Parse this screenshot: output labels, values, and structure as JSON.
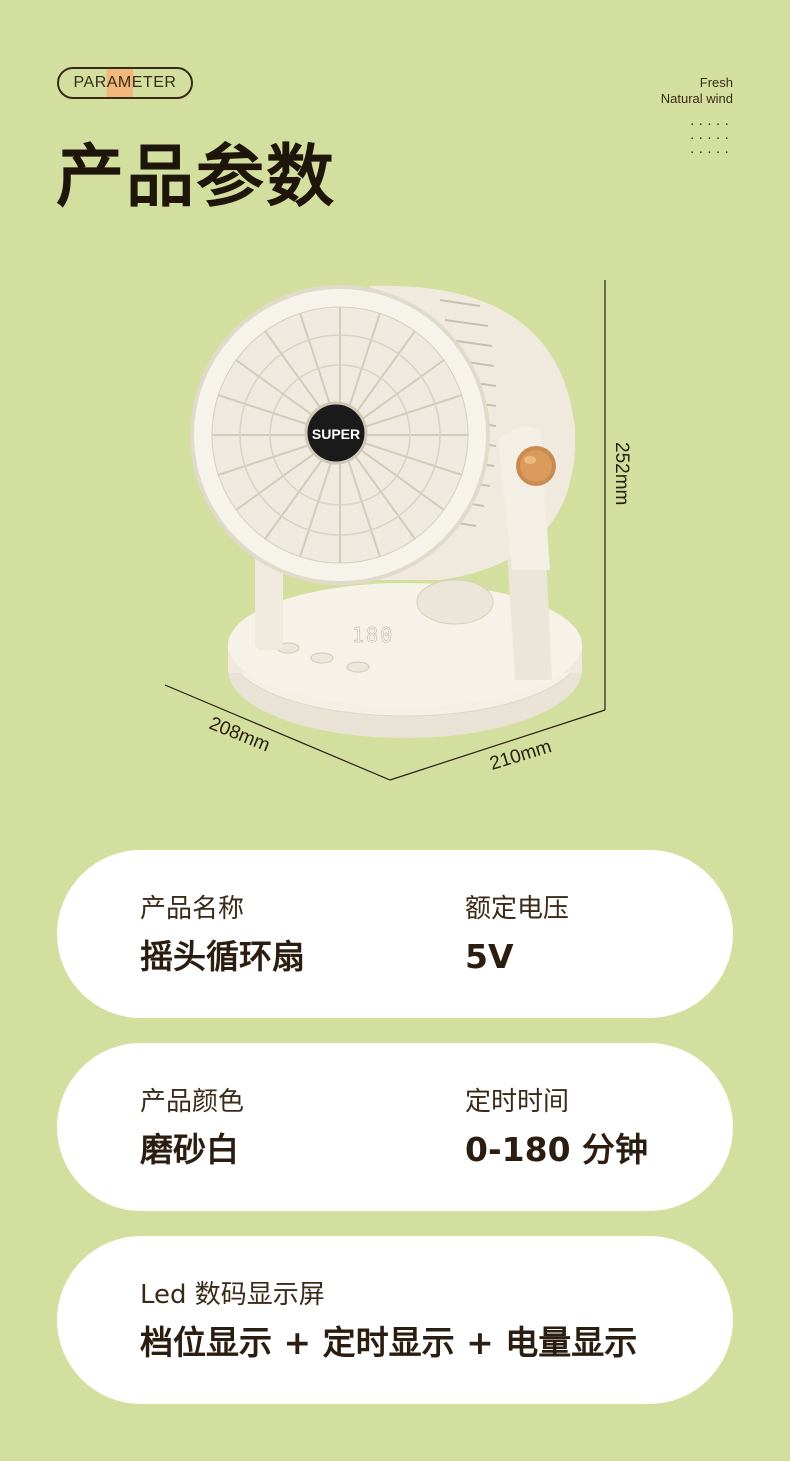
{
  "header": {
    "tag": "PARAMETER",
    "brand_line1": "Fresh",
    "brand_line2": "Natural wind",
    "title": "产品参数"
  },
  "product": {
    "logo": "SUPER",
    "display": "180",
    "dim_width": "208mm",
    "dim_depth": "210mm",
    "dim_height": "252mm",
    "colors": {
      "body": "#f3efe3",
      "knob": "#c98a4f",
      "logo_bg": "#1a1a1a"
    }
  },
  "specs": {
    "name_label": "产品名称",
    "name_value": "摇头循环扇",
    "voltage_label": "额定电压",
    "voltage_value": "5V",
    "color_label": "产品颜色",
    "color_value": "磨砂白",
    "timer_label": "定时时间",
    "timer_value": "0-180 分钟",
    "display_label": "Led 数码显示屏",
    "display_value": "档位显示 + 定时显示 + 电量显示"
  },
  "theme": {
    "background": "#d3df9f",
    "card": "#ffffff",
    "text": "#2b1d10",
    "accent": "#f1b87c"
  }
}
